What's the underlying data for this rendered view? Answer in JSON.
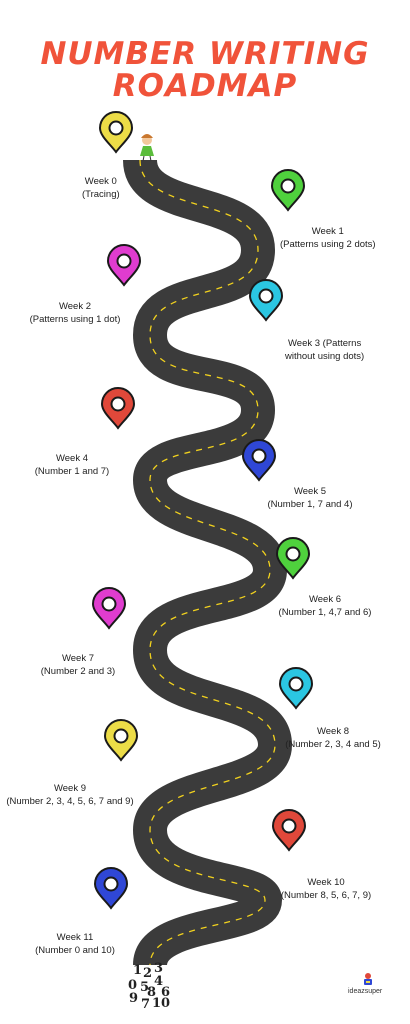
{
  "title": {
    "line1": "NUMBER WRITING",
    "line2": "ROADMAP"
  },
  "weeks": [
    {
      "label": "Week 0",
      "detail": "(Tracing)",
      "pin_color": "#ecdc47"
    },
    {
      "label": "Week 1",
      "detail": "(Patterns using 2 dots)",
      "pin_color": "#4fd13d"
    },
    {
      "label": "Week 2",
      "detail": "(Patterns using 1 dot)",
      "pin_color": "#e03ccf"
    },
    {
      "label": "Week 3 (Patterns",
      "detail": "without using dots)",
      "pin_color": "#2bc6e2"
    },
    {
      "label": "Week 4",
      "detail": "(Number 1 and 7)",
      "pin_color": "#e0483a"
    },
    {
      "label": "Week 5",
      "detail": "(Number 1, 7 and 4)",
      "pin_color": "#2f47d6"
    },
    {
      "label": "Week 6",
      "detail": "(Number 1, 4,7 and 6)",
      "pin_color": "#4fd13d"
    },
    {
      "label": "Week 7",
      "detail": "(Number 2 and 3)",
      "pin_color": "#e03ccf"
    },
    {
      "label": "Week 8",
      "detail": "(Number 2, 3, 4 and 5)",
      "pin_color": "#2bc6e2"
    },
    {
      "label": "Week 9",
      "detail": "(Number 2, 3, 4, 5, 6, 7 and 9)",
      "pin_color": "#ecdc47"
    },
    {
      "label": "Week 10",
      "detail": "(Number 8, 5, 6, 7, 9)",
      "pin_color": "#e0483a"
    },
    {
      "label": "Week 11",
      "detail": "(Number 0 and 10)",
      "pin_color": "#2f47d6"
    }
  ],
  "digits": [
    "1",
    "2",
    "3",
    "0",
    "5",
    "4",
    "8",
    "6",
    "9",
    "7",
    "10"
  ],
  "brand": "ideazsuper",
  "colors": {
    "title": "#f0533a",
    "road": "#3b3b3b",
    "road_line": "#f2d21e"
  }
}
